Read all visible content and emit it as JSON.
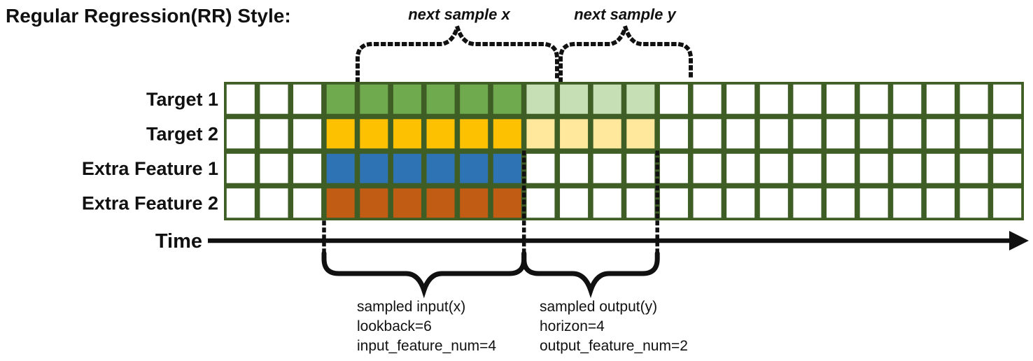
{
  "title": "Regular Regression(RR) Style:",
  "colors": {
    "grid_border": "#3f5e26",
    "target1_input": "#6faa4e",
    "target1_output": "#c6dfb4",
    "target2_input": "#fdc101",
    "target2_output": "#ffe79b",
    "extra_feature1_input": "#2e74b5",
    "extra_feature2_input": "#c05c13",
    "annotation": "#111111"
  },
  "grid": {
    "columns": 24,
    "rows": [
      {
        "label": "Target 1",
        "input_range": [
          3,
          8
        ],
        "input_color": "#6faa4e",
        "output_range": [
          9,
          12
        ],
        "output_color": "#c6dfb4"
      },
      {
        "label": "Target 2",
        "input_range": [
          3,
          8
        ],
        "input_color": "#fdc101",
        "output_range": [
          9,
          12
        ],
        "output_color": "#ffe79b"
      },
      {
        "label": "Extra Feature 1",
        "input_range": [
          3,
          8
        ],
        "input_color": "#2e74b5",
        "output_range": null,
        "output_color": null
      },
      {
        "label": "Extra Feature 2",
        "input_range": [
          3,
          8
        ],
        "input_color": "#c05c13",
        "output_range": null,
        "output_color": null
      }
    ]
  },
  "params": {
    "lookback": 6,
    "horizon": 4,
    "input_feature_num": 4,
    "output_feature_num": 2
  },
  "annotations": {
    "next_sample_x": "next sample x",
    "next_sample_y": "next sample y",
    "time_label": "Time",
    "input_block": {
      "line1": "sampled input(x)",
      "line2": "lookback=6",
      "line3": "input_feature_num=4"
    },
    "output_block": {
      "line1": "sampled output(y)",
      "line2": "horizon=4",
      "line3": "output_feature_num=2"
    }
  }
}
